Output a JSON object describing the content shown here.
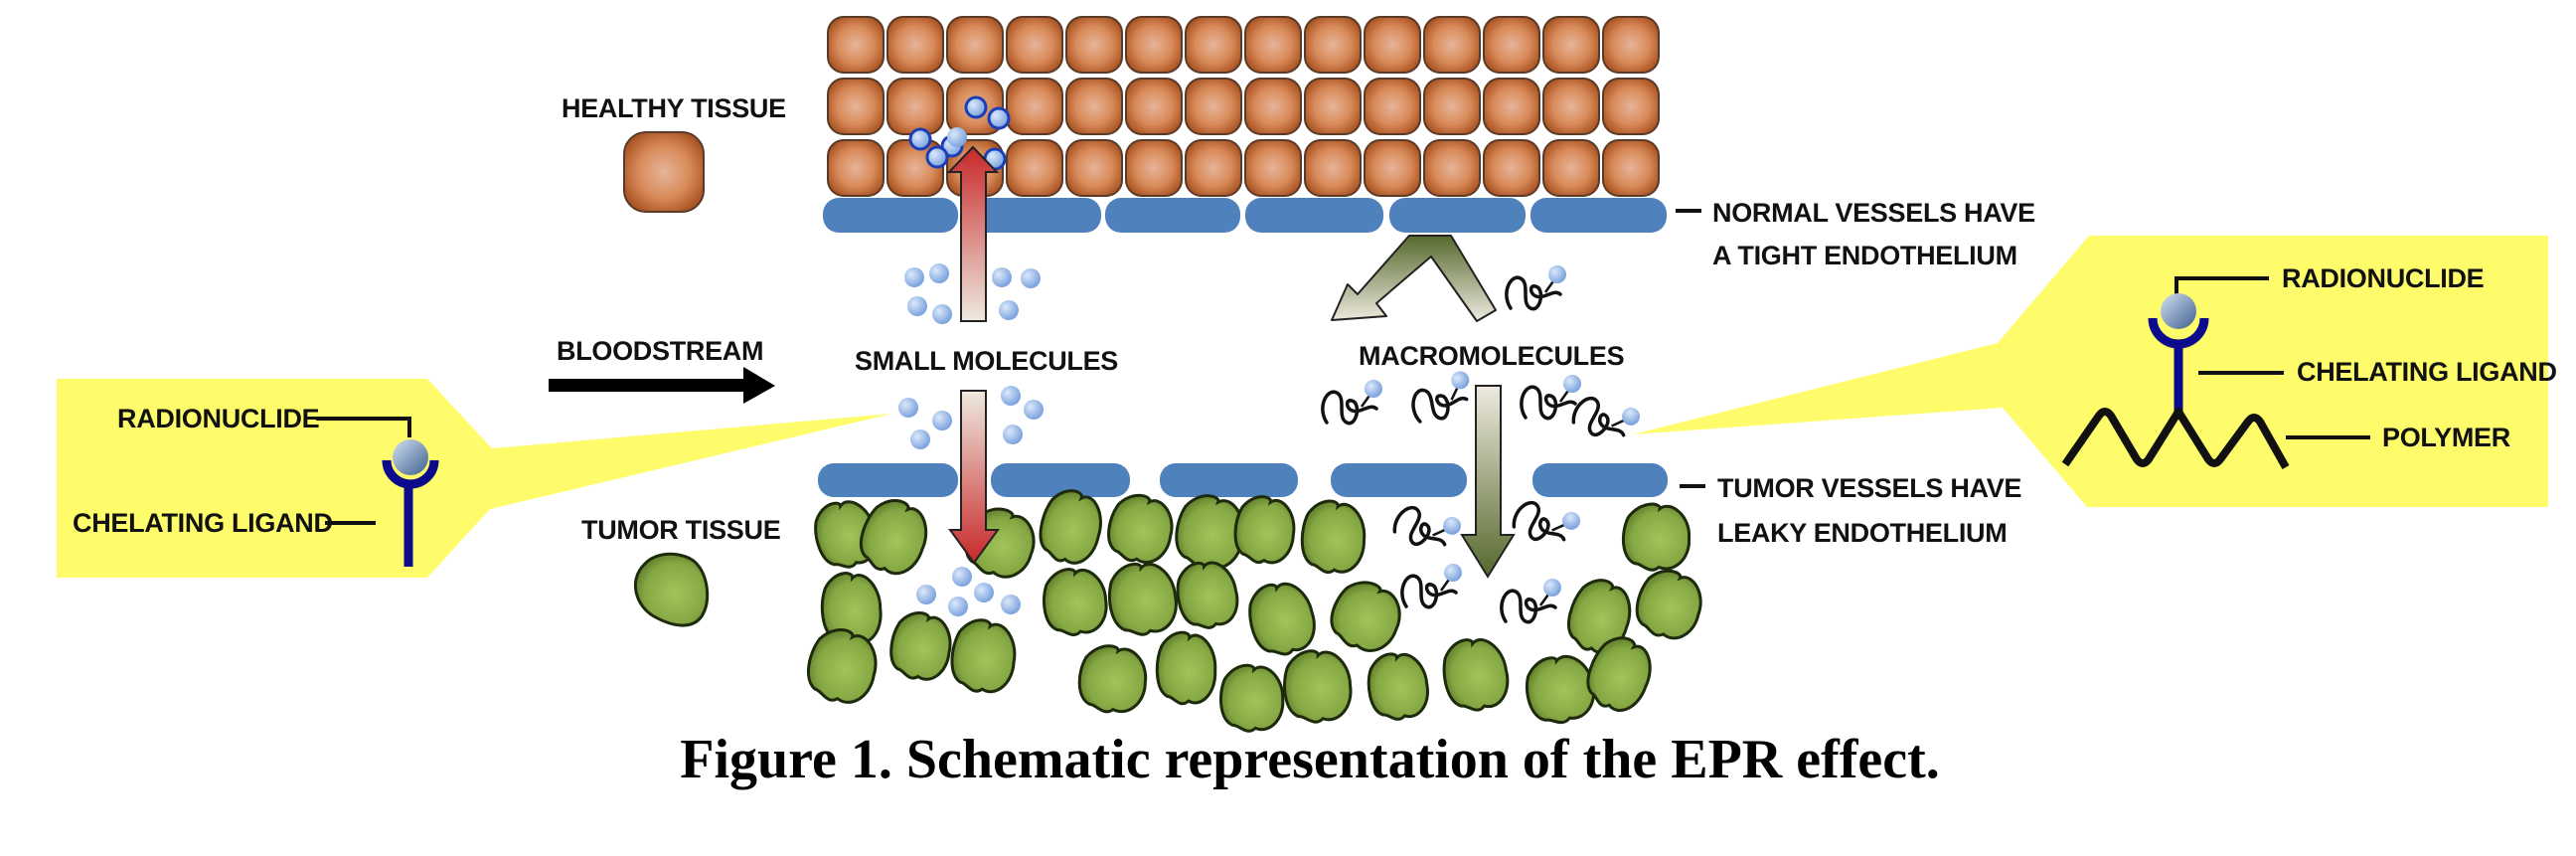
{
  "figure": {
    "caption": "Figure 1. Schematic representation of the EPR effect."
  },
  "labels": {
    "healthy_tissue": "HEALTHY TISSUE",
    "tumor_tissue": "TUMOR TISSUE",
    "bloodstream": "BLOODSTREAM",
    "small_molecules": "SMALL MOLECULES",
    "macromolecules": "MACROMOLECULES",
    "normal_vessels_line1": "NORMAL VESSELS HAVE",
    "normal_vessels_line2": "A TIGHT ENDOTHELIUM",
    "tumor_vessels_line1": "TUMOR VESSELS HAVE",
    "tumor_vessels_line2": "LEAKY ENDOTHELIUM"
  },
  "left_callout": {
    "radionuclide": "RADIONUCLIDE",
    "chelating_ligand": "CHELATING LIGAND"
  },
  "right_callout": {
    "radionuclide": "RADIONUCLIDE",
    "chelating_ligand": "CHELATING LIGAND",
    "polymer": "POLYMER"
  },
  "healthy_grid": {
    "rows": 3,
    "cols": 14
  },
  "normal_vessel_segments": 6,
  "tumor_vessel_segments": 5,
  "colors": {
    "healthy_cell": "#c2693a",
    "healthy_cell_light": "#e3a88a",
    "vessel": "#4f81bd",
    "tumor_cell": "#7a9a3a",
    "tumor_cell_light": "#9fbf55",
    "callout": "#fefc6a",
    "ligand": "#0b0b8c",
    "molecule": "#9dbbe6",
    "small_arrow": "#c0282a",
    "macro_arrow": "#5a6b32"
  }
}
